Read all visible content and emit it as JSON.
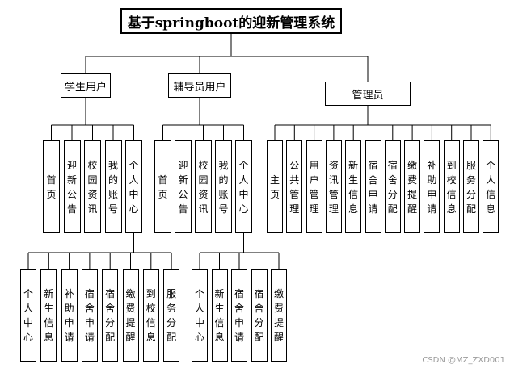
{
  "title": "基于springboot的迎新管理系统",
  "roles": {
    "student": {
      "label": "学生用户",
      "modules": [
        "首页",
        "迎新公告",
        "校园资讯",
        "我的账号",
        "个人中心"
      ],
      "personal_center": [
        "个人中心",
        "新生信息",
        "补助申请",
        "宿舍申请",
        "宿舍分配",
        "缴费提醒",
        "到校信息",
        "服务分配"
      ]
    },
    "counselor": {
      "label": "辅导员用户",
      "modules": [
        "首页",
        "迎新公告",
        "校园资讯",
        "我的账号",
        "个人中心"
      ],
      "personal_center": [
        "个人中心",
        "新生信息",
        "宿舍申请",
        "宿舍分配",
        "缴费提醒"
      ]
    },
    "admin": {
      "label": "管理员",
      "modules": [
        "主页",
        "公共管理",
        "用户管理",
        "资讯管理",
        "新生信息",
        "宿舍申请",
        "宿舍分配",
        "缴费提醒",
        "补助申请",
        "到校信息",
        "服务分配",
        "个人信息"
      ]
    }
  },
  "watermark": "CSDN @MZ_ZXD001"
}
